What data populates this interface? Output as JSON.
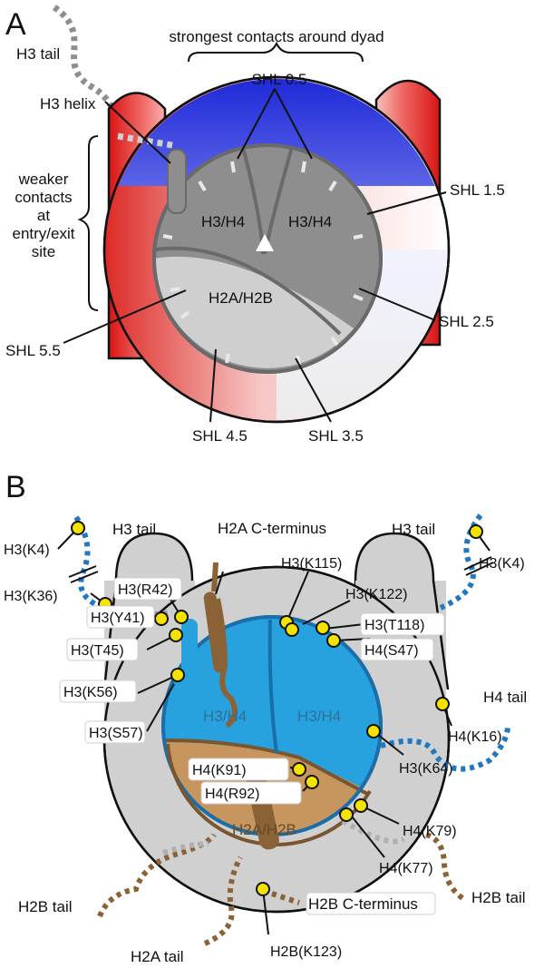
{
  "panels": {
    "a": "A",
    "b": "B"
  },
  "colors": {
    "dna_blue": "#2b36d6",
    "dna_red": "#e0201e",
    "core_grey": "#8e8e8e",
    "core_light": "#cfcfcf",
    "b_h3h4": "#27a2df",
    "b_h2a": "#c7965f",
    "b_track": "#d0d0d0",
    "mark_yellow": "#f4e300",
    "tail_blue": "#1f78c1",
    "tail_brown": "#8b6236"
  },
  "panel_a": {
    "top_header": "strongest contacts around dyad",
    "side_lines": [
      "weaker",
      "contacts",
      "at",
      "entry/exit",
      "site"
    ],
    "labels": {
      "h3_tail": "H3 tail",
      "h3_helix": "H3 helix",
      "shl05": "SHL 0.5",
      "shl15": "SHL 1.5",
      "shl25": "SHL 2.5",
      "shl35": "SHL 3.5",
      "shl45": "SHL 4.5",
      "shl55": "SHL 5.5",
      "h3h4_left": "H3/H4",
      "h3h4_right": "H3/H4",
      "h2a_h2b": "H2A/H2B"
    }
  },
  "panel_b": {
    "labels": {
      "h3_tail_left": "H3 tail",
      "h3_tail_right": "H3 tail",
      "h2a_cterm": "H2A C-terminus",
      "h4_tail": "H4 tail",
      "h2b_tail_left": "H2B tail",
      "h2b_tail_right": "H2B tail",
      "h2a_tail": "H2A tail",
      "h2b_cterm": "H2B C-terminus",
      "h3h4_left": "H3/H4",
      "h3h4_right": "H3/H4",
      "h2a_h2b": "H2A/H2B"
    },
    "marks": {
      "h3k4_left": "H3(K4)",
      "h3k4_right": "H3(K4)",
      "h3r42": "H3(R42)",
      "h3y41": "H3(Y41)",
      "h3k36": "H3(K36)",
      "h3t45": "H3(T45)",
      "h3k56": "H3(K56)",
      "h3s57": "H3(S57)",
      "h3k115": "H3(K115)",
      "h3k122": "H3(K122)",
      "h3t118": "H3(T118)",
      "h4s47": "H4(S47)",
      "h4k16": "H4(K16)",
      "h3k64": "H3(K64)",
      "h4k91": "H4(K91)",
      "h4r92": "H4(R92)",
      "h4k79": "H4(K79)",
      "h4k77": "H4(K77)",
      "h2bk123": "H2B(K123)"
    }
  }
}
